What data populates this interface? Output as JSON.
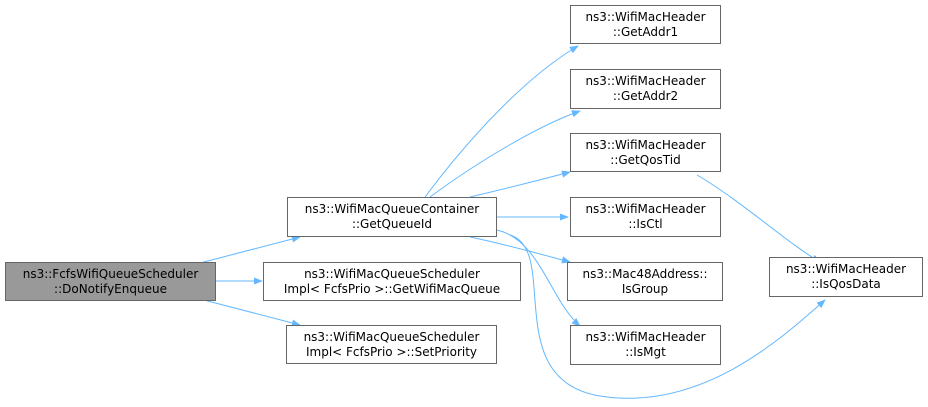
{
  "colors": {
    "edge": "#63b8ff",
    "node_border": "#666666",
    "current_node_fill": "#999999",
    "node_fill": "#ffffff"
  },
  "nodes": {
    "do_notify_enqueue": {
      "line1": "ns3::FcfsWifiQueueScheduler",
      "line2": "::DoNotifyEnqueue"
    },
    "get_queue_id": {
      "line1": "ns3::WifiMacQueueContainer",
      "line2": "::GetQueueId"
    },
    "get_wifi_mac_queue": {
      "line1": "ns3::WifiMacQueueScheduler",
      "line2": "Impl< FcfsPrio >::GetWifiMacQueue"
    },
    "set_priority": {
      "line1": "ns3::WifiMacQueueScheduler",
      "line2": "Impl< FcfsPrio >::SetPriority"
    },
    "get_addr1": {
      "line1": "ns3::WifiMacHeader",
      "line2": "::GetAddr1"
    },
    "get_addr2": {
      "line1": "ns3::WifiMacHeader",
      "line2": "::GetAddr2"
    },
    "get_qos_tid": {
      "line1": "ns3::WifiMacHeader",
      "line2": "::GetQosTid"
    },
    "is_ctl": {
      "line1": "ns3::WifiMacHeader",
      "line2": "::IsCtl"
    },
    "is_group": {
      "line1": "ns3::Mac48Address::",
      "line2": "IsGroup"
    },
    "is_mgt": {
      "line1": "ns3::WifiMacHeader",
      "line2": "::IsMgt"
    },
    "is_qos_data": {
      "line1": "ns3::WifiMacHeader",
      "line2": "::IsQosData"
    }
  }
}
